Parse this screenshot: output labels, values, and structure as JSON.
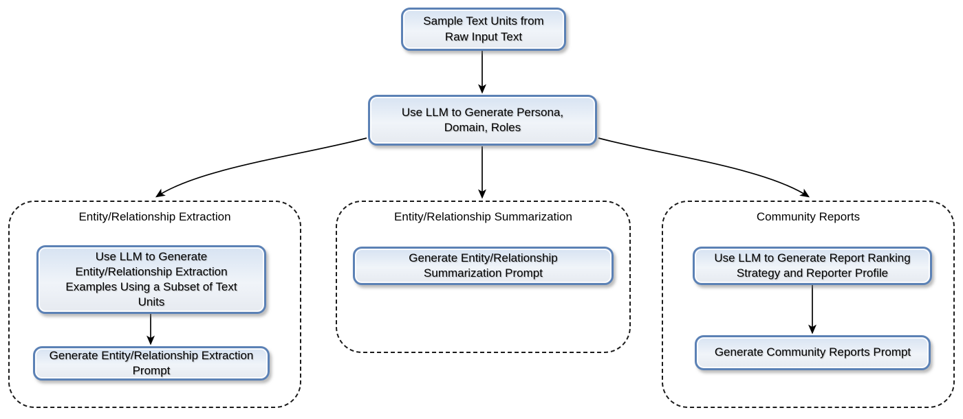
{
  "diagram": {
    "type": "flowchart",
    "background": "#ffffff",
    "colors": {
      "node_border": "#5b81b5",
      "node_fill_top": "#d7e3f2",
      "node_fill_mid": "#f0f4f9",
      "node_fill_bottom": "#e6eaf0",
      "container_border": "#1a1a1a",
      "arrow": "#000000",
      "text": "#000000"
    },
    "nodes": {
      "sample": {
        "lines": [
          "Sample Text Units from",
          "Raw Input Text"
        ]
      },
      "persona": {
        "lines": [
          "Use LLM to Generate Persona,",
          "Domain, Roles"
        ]
      },
      "extract_examples": {
        "lines": [
          "Use LLM to Generate",
          "Entity/Relationship Extraction",
          "Examples Using a Subset of Text",
          "Units"
        ]
      },
      "extract_prompt": {
        "lines": [
          "Generate Entity/Relationship Extraction",
          "Prompt"
        ]
      },
      "summ_prompt": {
        "lines": [
          "Generate Entity/Relationship",
          "Summarization Prompt"
        ]
      },
      "report_ranking": {
        "lines": [
          "Use LLM to Generate Report Ranking",
          "Strategy and Reporter Profile"
        ]
      },
      "community_prompt": {
        "lines": [
          "Generate Community Reports Prompt"
        ]
      }
    },
    "groups": {
      "extraction": {
        "label": "Entity/Relationship Extraction"
      },
      "summarization": {
        "label": "Entity/Relationship Summarization"
      },
      "community": {
        "label": "Community Reports"
      }
    },
    "edges": [
      {
        "from": "sample",
        "to": "persona"
      },
      {
        "from": "persona",
        "to": "extraction"
      },
      {
        "from": "persona",
        "to": "summarization"
      },
      {
        "from": "persona",
        "to": "community"
      },
      {
        "from": "extract_examples",
        "to": "extract_prompt"
      },
      {
        "from": "report_ranking",
        "to": "community_prompt"
      }
    ]
  }
}
